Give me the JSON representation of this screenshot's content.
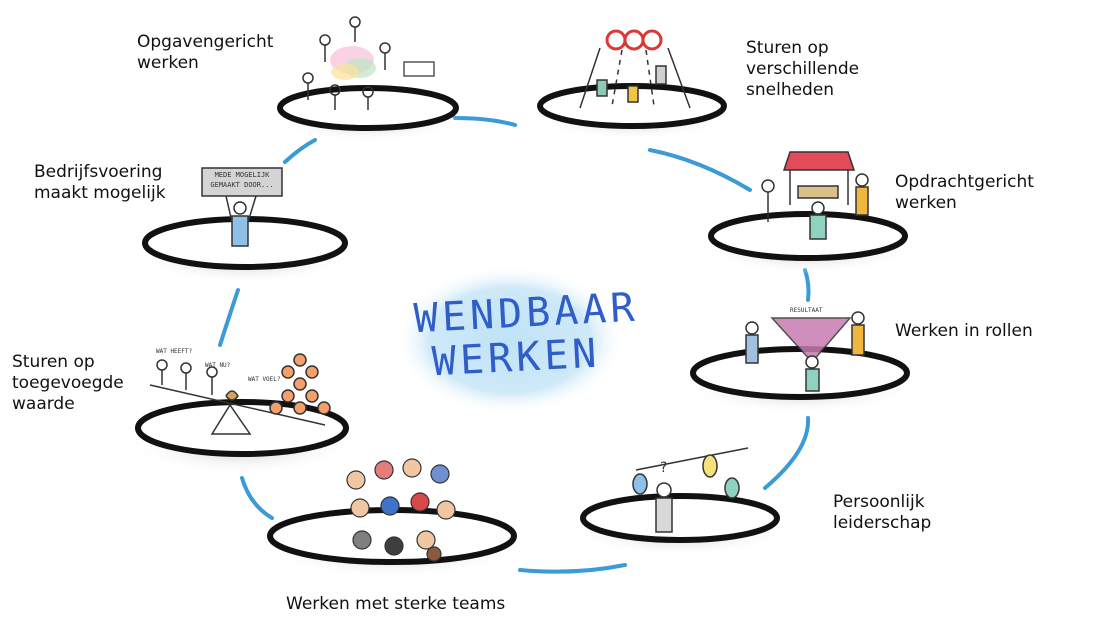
{
  "center": {
    "line1": "WENDBAAR",
    "line2": "WERKEN"
  },
  "stations": [
    {
      "id": "opgavengericht",
      "label": "Opgavengericht\nwerken"
    },
    {
      "id": "sturen-snelheden",
      "label": "Sturen op\nverschillende\nsnelheden"
    },
    {
      "id": "opdrachtgericht",
      "label": "Opdrachtgericht\nwerken"
    },
    {
      "id": "rollen",
      "label": "Werken in rollen"
    },
    {
      "id": "leiderschap",
      "label": "Persoonlijk\nleiderschap"
    },
    {
      "id": "teams",
      "label": "Werken met sterke teams"
    },
    {
      "id": "toegevoegde-waarde",
      "label": "Sturen op\ntoegevoegde\nwaarde"
    },
    {
      "id": "bedrijfsvoering",
      "label": "Bedrijfsvoering\nmaakt mogelijk"
    }
  ],
  "drawing_text": {
    "sign": "MEDE MOGELIJK\nGEMAAKT DOOR...",
    "resultaat": "RESULTAAT",
    "what_for": [
      "WAT HEEFT?",
      "WAT NU?",
      "WAT VOEL?"
    ]
  },
  "colors": {
    "connector": "#3a9bd6",
    "platform": "#111111",
    "cloud": "#bfe3f7",
    "title": "#2f5ec9"
  }
}
